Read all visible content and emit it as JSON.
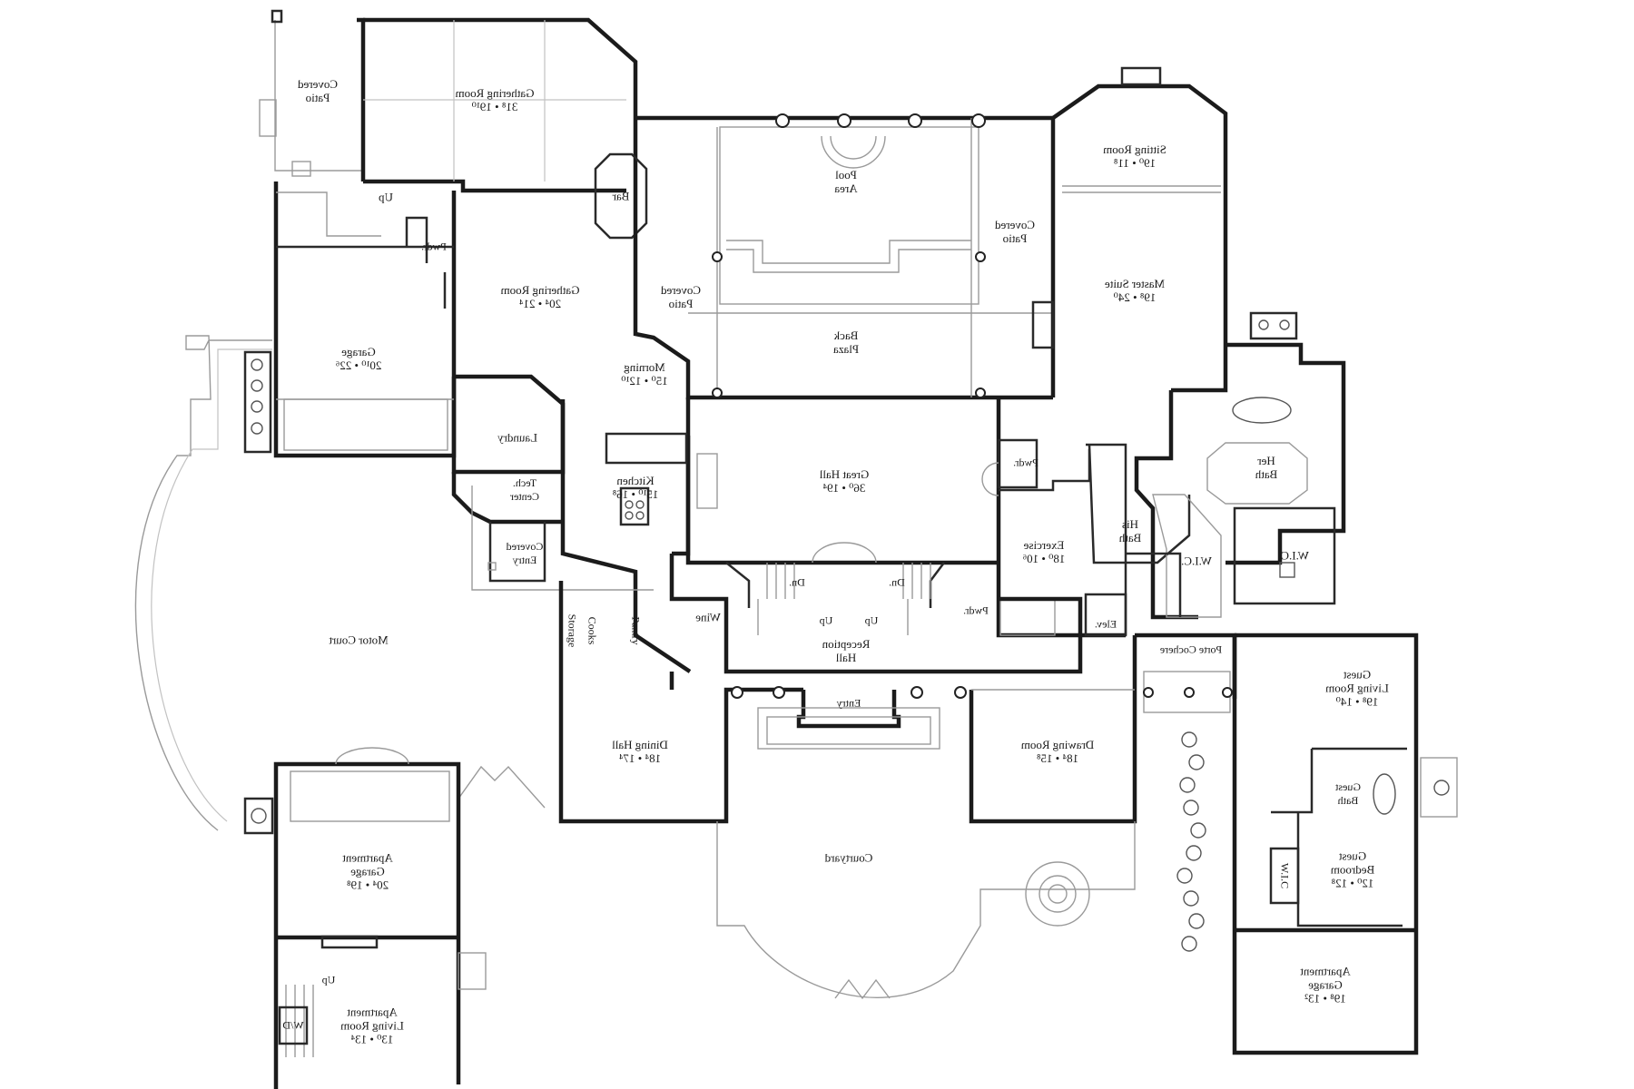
{
  "plan": {
    "rooms": [
      {
        "id": "covered-patio-nw",
        "name": "Covered\nPatio",
        "dims": ""
      },
      {
        "id": "gathering-room-upper",
        "name": "Gathering Room",
        "dims": "31⁸ • 19¹⁰"
      },
      {
        "id": "bar",
        "name": "Bar",
        "dims": ""
      },
      {
        "id": "pool-area",
        "name": "Pool\nArea",
        "dims": ""
      },
      {
        "id": "covered-patio-east",
        "name": "Covered\nPatio",
        "dims": ""
      },
      {
        "id": "sitting-room",
        "name": "Sitting Room",
        "dims": "19⁰ • 11⁸"
      },
      {
        "id": "master-suite",
        "name": "Master Suite",
        "dims": "19⁸ • 24⁰"
      },
      {
        "id": "up-stair-nw",
        "name": "Up",
        "dims": ""
      },
      {
        "id": "pwdr-nw",
        "name": "Pwdr.",
        "dims": ""
      },
      {
        "id": "gathering-room-lower",
        "name": "Gathering Room",
        "dims": "20⁴ • 21⁴"
      },
      {
        "id": "covered-patio-west",
        "name": "Covered\nPatio",
        "dims": ""
      },
      {
        "id": "back-plaza",
        "name": "Back\nPlaza",
        "dims": ""
      },
      {
        "id": "garage-main",
        "name": "Garage",
        "dims": "20¹⁰ • 22⁶"
      },
      {
        "id": "morning",
        "name": "Morning",
        "dims": "15⁰ • 12¹⁰"
      },
      {
        "id": "laundry",
        "name": "Laundry",
        "dims": ""
      },
      {
        "id": "tech-center",
        "name": "Tech.\nCenter",
        "dims": ""
      },
      {
        "id": "kitchen",
        "name": "Kitchen",
        "dims": "15¹⁰ • 16⁸"
      },
      {
        "id": "great-hall",
        "name": "Great Hall",
        "dims": "36⁰ • 19⁴"
      },
      {
        "id": "pwdr-center",
        "name": "Pwdr.",
        "dims": ""
      },
      {
        "id": "her-bath",
        "name": "Her\nBath",
        "dims": ""
      },
      {
        "id": "his-bath",
        "name": "His\nBath",
        "dims": ""
      },
      {
        "id": "exercise",
        "name": "Exercise",
        "dims": "18⁰ • 10⁶"
      },
      {
        "id": "wic-his",
        "name": "W.I.C.",
        "dims": ""
      },
      {
        "id": "wic-her",
        "name": "W.I.C.",
        "dims": ""
      },
      {
        "id": "covered-entry",
        "name": "Covered\nEntry",
        "dims": ""
      },
      {
        "id": "motor-court",
        "name": "Motor Court",
        "dims": ""
      },
      {
        "id": "storage",
        "name": "Storage",
        "dims": ""
      },
      {
        "id": "cooks",
        "name": "Cooks",
        "dims": ""
      },
      {
        "id": "pantry",
        "name": "Pantry",
        "dims": ""
      },
      {
        "id": "wine",
        "name": "Wine",
        "dims": ""
      },
      {
        "id": "dn-left",
        "name": "Dn.",
        "dims": ""
      },
      {
        "id": "dn-right",
        "name": "Dn.",
        "dims": ""
      },
      {
        "id": "up-left",
        "name": "Up",
        "dims": ""
      },
      {
        "id": "up-right",
        "name": "Up",
        "dims": ""
      },
      {
        "id": "reception-hall",
        "name": "Reception\nHall",
        "dims": ""
      },
      {
        "id": "pwdr-south",
        "name": "Pwdr.",
        "dims": ""
      },
      {
        "id": "elev",
        "name": "Elev.",
        "dims": ""
      },
      {
        "id": "porte-cochere",
        "name": "Porte Cochere",
        "dims": ""
      },
      {
        "id": "guest-living-room",
        "name": "Guest\nLiving Room",
        "dims": "19⁸ • 14⁰"
      },
      {
        "id": "entry",
        "name": "Entry",
        "dims": ""
      },
      {
        "id": "dining-hall",
        "name": "Dining Hall",
        "dims": "18⁴ • 17⁴"
      },
      {
        "id": "drawing-room",
        "name": "Drawing Room",
        "dims": "18⁴ • 15⁸"
      },
      {
        "id": "guest-bath",
        "name": "Guest\nBath",
        "dims": ""
      },
      {
        "id": "apartment-garage-west",
        "name": "Apartment\nGarage",
        "dims": "20⁴ • 19⁸"
      },
      {
        "id": "courtyard",
        "name": "Courtyard",
        "dims": ""
      },
      {
        "id": "guest-bedroom",
        "name": "Guest\nBedroom",
        "dims": "12⁰ • 12⁸"
      },
      {
        "id": "wic-guest",
        "name": "W.I.C",
        "dims": ""
      },
      {
        "id": "up-apartment",
        "name": "Up",
        "dims": ""
      },
      {
        "id": "apartment-living-room",
        "name": "Apartment\nLiving Room",
        "dims": "13⁰ • 13⁴"
      },
      {
        "id": "wd",
        "name": "W/D",
        "dims": ""
      },
      {
        "id": "apartment-garage-east",
        "name": "Apartment\nGarage",
        "dims": "19⁸ • 13²"
      }
    ]
  }
}
